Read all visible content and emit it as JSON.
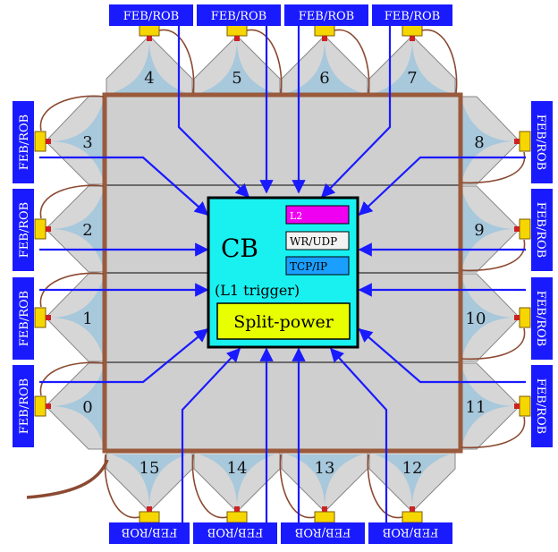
{
  "feb_label": "FEB/ROB",
  "cb": {
    "title": "CB",
    "l2": "L2",
    "wr_udp": "WR/UDP",
    "tcp_ip": "TCP/IP",
    "trigger": "(L1 trigger)",
    "split_power": "Split-power"
  },
  "segments": {
    "top": [
      "4",
      "5",
      "6",
      "7"
    ],
    "bottom": [
      "15",
      "14",
      "13",
      "12"
    ],
    "left": [
      "3",
      "2",
      "1",
      "0"
    ],
    "right": [
      "8",
      "9",
      "10",
      "11"
    ]
  },
  "colors": {
    "feb_box": "#1a1aff",
    "arrow": "#1a1aff",
    "cb_fill": "#19f0f0",
    "split_fill": "#e8ff00",
    "l2_fill": "#f000f0",
    "tcp_fill": "#1a9fff",
    "frame": "#9a5a3c",
    "chamber_fill": "#cfcfcf",
    "fan_fill": "#a8c8dc",
    "connector": "#f6d600"
  }
}
